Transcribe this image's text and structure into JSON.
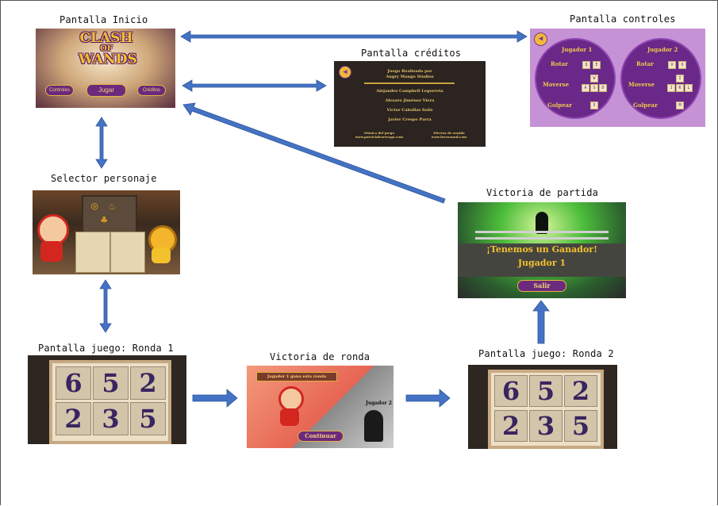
{
  "labels": {
    "inicio": "Pantalla Inicio",
    "creditos": "Pantalla créditos",
    "controles": "Pantalla controles",
    "selector": "Selector personaje",
    "victoria_partida": "Victoria de partida",
    "juego1": "Pantalla juego: Ronda 1",
    "victoria_ronda": "Victoria de ronda",
    "juego2": "Pantalla juego: Ronda 2"
  },
  "inicio": {
    "logo_line1": "CLASH",
    "logo_line2": "OF",
    "logo_line3": "WANDS",
    "jugar": "Jugar",
    "btn_left": "Controles",
    "btn_right": "Créditos"
  },
  "creditos": {
    "line1": "Juego Realizado por",
    "line2": "Angry Mango Studios",
    "names": [
      "Alejandro Campbell Legorreta",
      "Alvaaro Jiménez Viera",
      "Víctor Caballas Solís",
      "Javier Crespo Parra"
    ],
    "music": "Música del juego",
    "music_url": "www.patrickdearteaga.com",
    "fx": "Efectos de sonido",
    "fx_url": "www.freesound.com"
  },
  "controles": {
    "j1": "Jugador 1",
    "j2": "Jugador 2",
    "rotar": "Rotar",
    "moverse": "Moverse",
    "golpear": "Golpear",
    "j1_rotar": [
      "Q",
      "E"
    ],
    "j1_mover": [
      "W",
      "A",
      "S",
      "D"
    ],
    "j1_golpear": "X",
    "j2_rotar": [
      "U",
      "O"
    ],
    "j2_mover": [
      "I",
      "J",
      "K",
      "L"
    ],
    "j2_golpear": "M"
  },
  "victoria_partida": {
    "title": "¡Tenemos un Ganador!",
    "jugador": "Jugador 1",
    "salir": "Salir"
  },
  "juego": {
    "row1": [
      "6",
      "5",
      "2"
    ],
    "row2": [
      "2",
      "3",
      "5"
    ]
  },
  "victoria_ronda": {
    "banner": "Jugador 1 gana esta ronda",
    "loser": "Jugador 2",
    "continuar": "Continuar"
  },
  "colors": {
    "arrow": "#4472c4",
    "arrow_stroke": "#2f5597"
  }
}
